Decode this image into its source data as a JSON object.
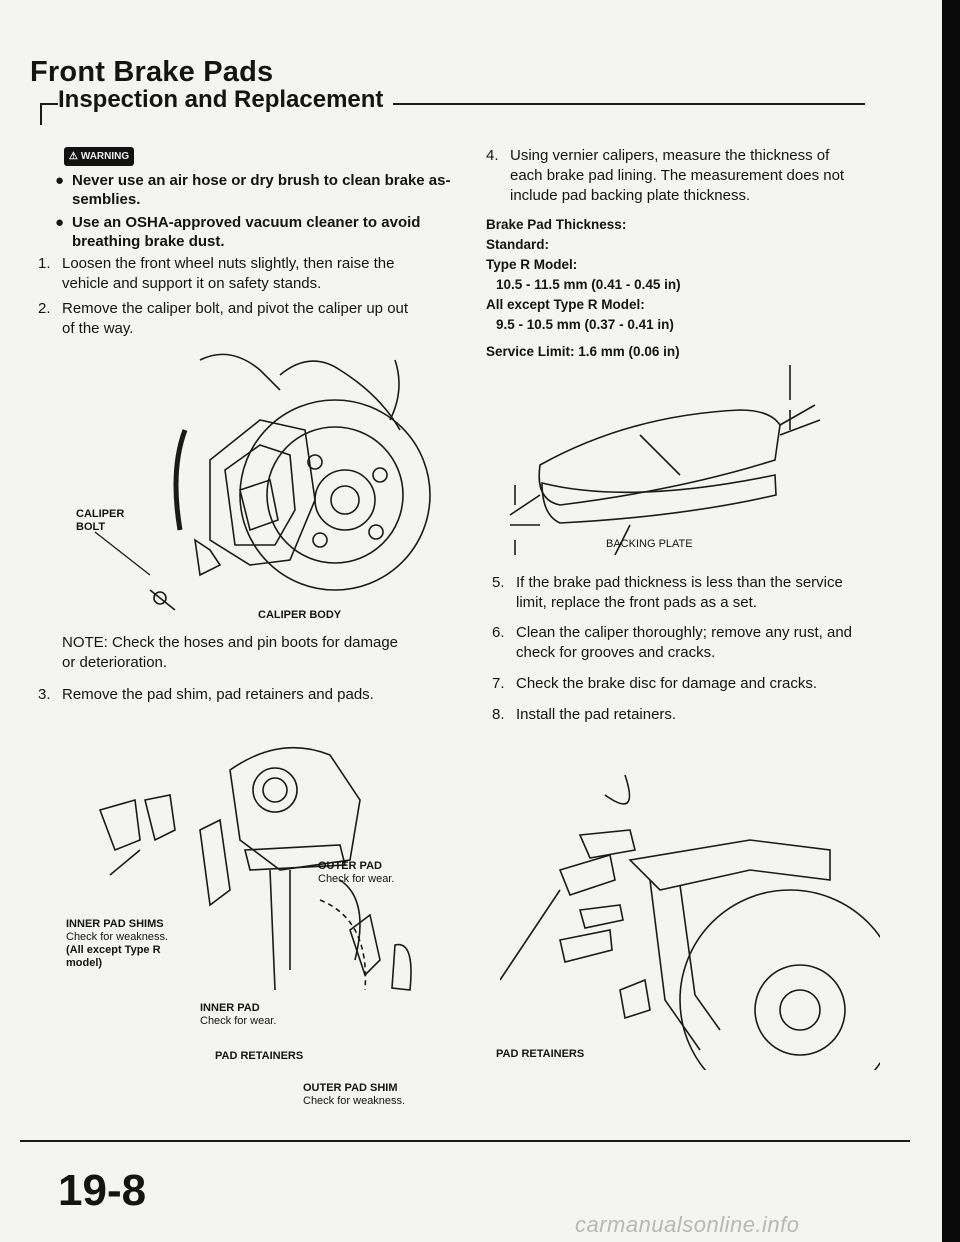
{
  "header": {
    "title": "Front Brake Pads",
    "subtitle": "Inspection and Replacement"
  },
  "warning": {
    "badge": "WARNING",
    "items": [
      "Never use an air hose or dry brush to clean brake as-",
      "semblies.",
      "Use an OSHA-approved vacuum cleaner to avoid",
      "breathing brake dust."
    ]
  },
  "steps_left": [
    {
      "num": "1.",
      "lines": [
        "Loosen the front wheel nuts slightly, then raise the",
        "vehicle and support it on safety stands."
      ]
    },
    {
      "num": "2.",
      "lines": [
        "Remove the caliper bolt, and pivot the caliper up out",
        "of the way."
      ]
    },
    {
      "num": "3.",
      "lines": [
        "Remove the pad shim, pad retainers and pads."
      ]
    }
  ],
  "note": [
    "NOTE:  Check the hoses and pin boots for damage",
    "or deterioration."
  ],
  "fig1_labels": {
    "caliper_bolt": [
      "CALIPER",
      "BOLT"
    ],
    "caliper_body": "CALIPER BODY"
  },
  "fig2_labels": {
    "outer_pad": "OUTER PAD",
    "outer_pad_note": "Check for wear.",
    "inner_pad_shims": "INNER PAD SHIMS",
    "inner_pad_shims_note": "Check for weakness.",
    "inner_pad_shims_note2": "(All except Type R",
    "inner_pad_shims_note3": "model)",
    "inner_pad": "INNER PAD",
    "inner_pad_note": "Check for wear.",
    "pad_retainers": "PAD RETAINERS",
    "outer_pad_shim": "OUTER PAD SHIM",
    "outer_pad_shim_note": "Check for weakness."
  },
  "step4": {
    "num": "4.",
    "lines": [
      "Using vernier calipers, measure the thickness of",
      "each brake pad lining. The measurement does not",
      "include pad backing plate thickness."
    ]
  },
  "spec": {
    "heading": "Brake Pad Thickness:",
    "standard": "Standard:",
    "typer_label": "Type R Model:",
    "typer_value": "10.5 - 11.5 mm (0.41 - 0.45 in)",
    "other_label": "All except Type R Model:",
    "other_value": "9.5 - 10.5 mm (0.37 - 0.41 in)",
    "service_limit": "Service Limit: 1.6 mm (0.06 in)"
  },
  "fig3_labels": {
    "backing_plate": "BACKING PLATE"
  },
  "steps_right": [
    {
      "num": "5.",
      "lines": [
        "If the brake pad thickness is less than the service",
        "limit, replace the front pads as a set."
      ]
    },
    {
      "num": "6.",
      "lines": [
        "Clean the caliper thoroughly; remove any rust, and",
        "check for grooves and cracks."
      ]
    },
    {
      "num": "7.",
      "lines": [
        "Check the brake disc for damage and cracks."
      ]
    },
    {
      "num": "8.",
      "lines": [
        "Install the pad retainers."
      ]
    }
  ],
  "fig4_labels": {
    "pad_retainers": "PAD RETAINERS"
  },
  "footer": {
    "page_number": "19-8",
    "watermark": "carmanualsonline.info"
  }
}
